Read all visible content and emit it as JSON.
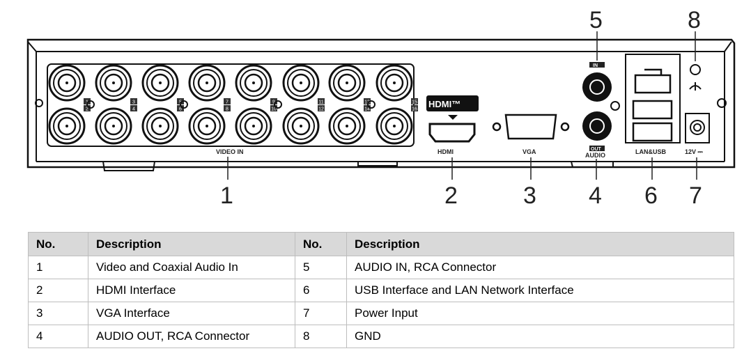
{
  "diagram": {
    "panel_labels": {
      "video_in": "VIDEO IN",
      "hdmi_logo": "HDMI™",
      "hdmi": "HDMI",
      "vga": "VGA",
      "audio_in": "IN",
      "audio_out": "OUT",
      "audio": "AUDIO",
      "lan_usb": "LAN&USB",
      "power": "12V ⎓"
    },
    "channel_numbers": [
      "1",
      "2",
      "3",
      "4",
      "5",
      "6",
      "7",
      "8",
      "9",
      "10",
      "11",
      "12",
      "13",
      "14",
      "15",
      "16"
    ],
    "callouts": [
      "1",
      "2",
      "3",
      "4",
      "5",
      "6",
      "7",
      "8"
    ]
  },
  "table": {
    "headers": [
      "No.",
      "Description",
      "No.",
      "Description"
    ],
    "rows": [
      [
        "1",
        "Video and Coaxial Audio In",
        "5",
        "AUDIO IN, RCA Connector"
      ],
      [
        "2",
        "HDMI Interface",
        "6",
        "USB Interface and LAN Network Interface"
      ],
      [
        "3",
        "VGA Interface",
        "7",
        "Power Input"
      ],
      [
        "4",
        "AUDIO OUT, RCA Connector",
        "8",
        "GND"
      ]
    ]
  }
}
